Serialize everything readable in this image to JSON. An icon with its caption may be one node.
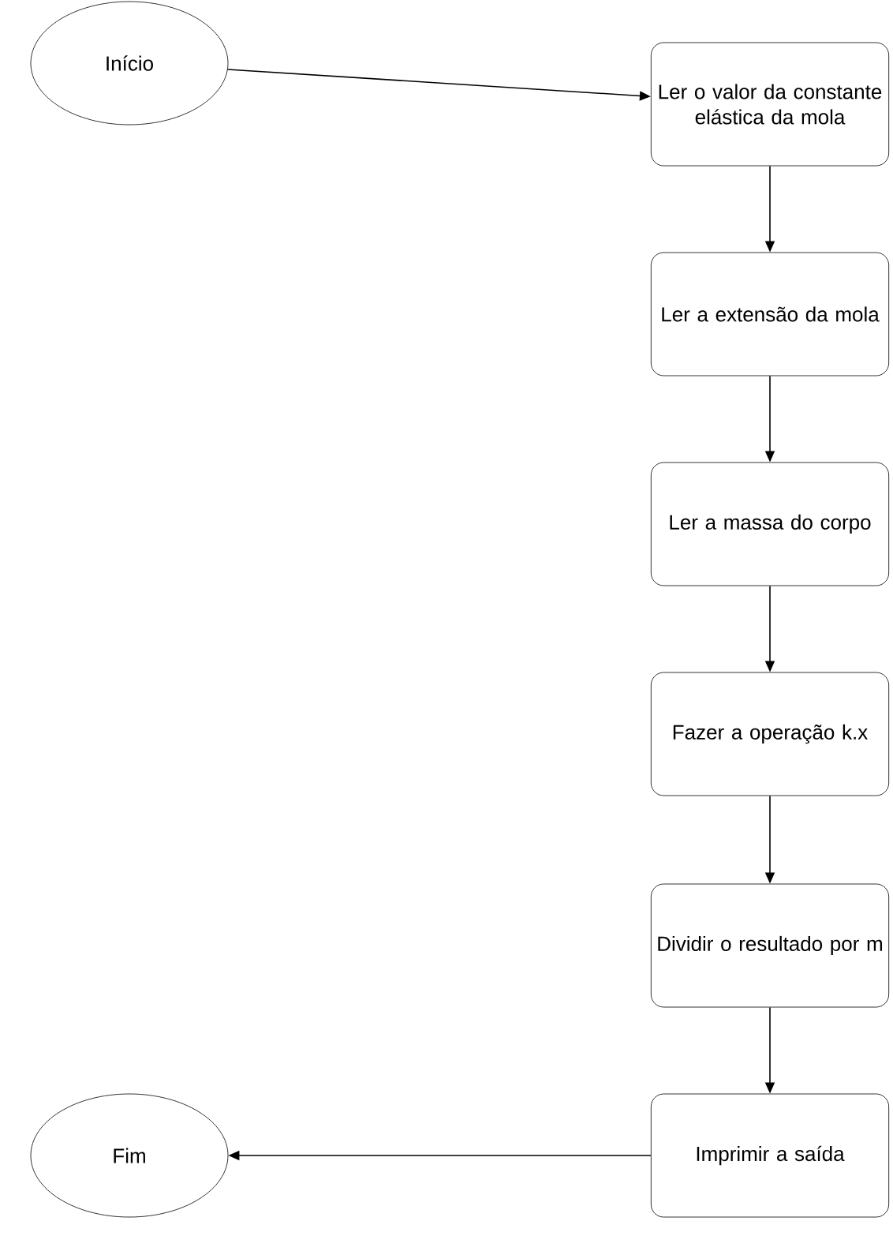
{
  "diagram": {
    "nodes": [
      {
        "text": [
          "Início"
        ]
      },
      {
        "text": [
          "Ler o valor da constante elástica da mola"
        ]
      },
      {
        "text": [
          "Ler a extensão da mola"
        ]
      },
      {
        "text": [
          "Ler a massa do corpo"
        ]
      },
      {
        "text": [
          "Fazer a operação k.x"
        ]
      },
      {
        "text": [
          "Dividir o resultado por m"
        ]
      },
      {
        "text": [
          "Imprimir a saída"
        ]
      },
      {
        "text": [
          "Fim"
        ]
      }
    ],
    "edges": [
      {
        "from": 0,
        "to": 1,
        "arrow": "to"
      },
      {
        "from": 1,
        "to": 2,
        "arrow": "to"
      },
      {
        "from": 2,
        "to": 3,
        "arrow": "to"
      },
      {
        "from": 3,
        "to": 4,
        "arrow": "to"
      },
      {
        "from": 4,
        "to": 5,
        "arrow": "to"
      },
      {
        "from": 5,
        "to": 6,
        "arrow": "to"
      },
      {
        "from": 6,
        "to": 7,
        "arrow": "to"
      }
    ]
  }
}
